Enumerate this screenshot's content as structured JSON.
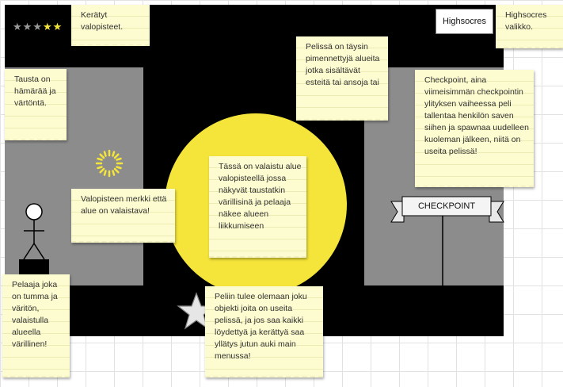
{
  "stars": {
    "filled": 2,
    "total": 5,
    "glyph": "★"
  },
  "highscores_button": {
    "label": "Highsocres"
  },
  "checkpoint_banner": {
    "label": "CHECKPOINT"
  },
  "colors": {
    "background": "#000000",
    "gray_area": "#8c8c8c",
    "light": "#f5e53a",
    "note": "#fdfbd0"
  },
  "notes": {
    "collected_points": "Kerätyt valopisteet.",
    "highscores_menu": "Highsocres valikko.",
    "dark_areas": "Pelissä on täysin pimennettyjä alueita jotka sisältävät esteitä tai ansoja tai",
    "background": "Tausta on hämärää ja värtöntä.",
    "checkpoint": "Checkpoint, aina viimeisimmän checkpointin ylityksen vaiheessa peli tallentaa henkilön saven siihen ja spawnaa uudelleen kuoleman jälkeen, niitä on useita pelissä!",
    "lit_area": "Tässä on valaistu alue valopisteellä jossa näkyvät taustatkin värillisinä ja pelaaja näkee alueen liikkumiseen",
    "light_point": "Valopisteen merkki että alue on valaistava!",
    "player": "Pelaaja joka on tumma ja väritön, valaistulla alueella värillinen!",
    "collectible": "Peliin tulee olemaan joku objekti joita on useita pelissä, ja jos saa kaikki löydettyä ja kerättyä saa yllätys jutun auki main menussa!"
  }
}
